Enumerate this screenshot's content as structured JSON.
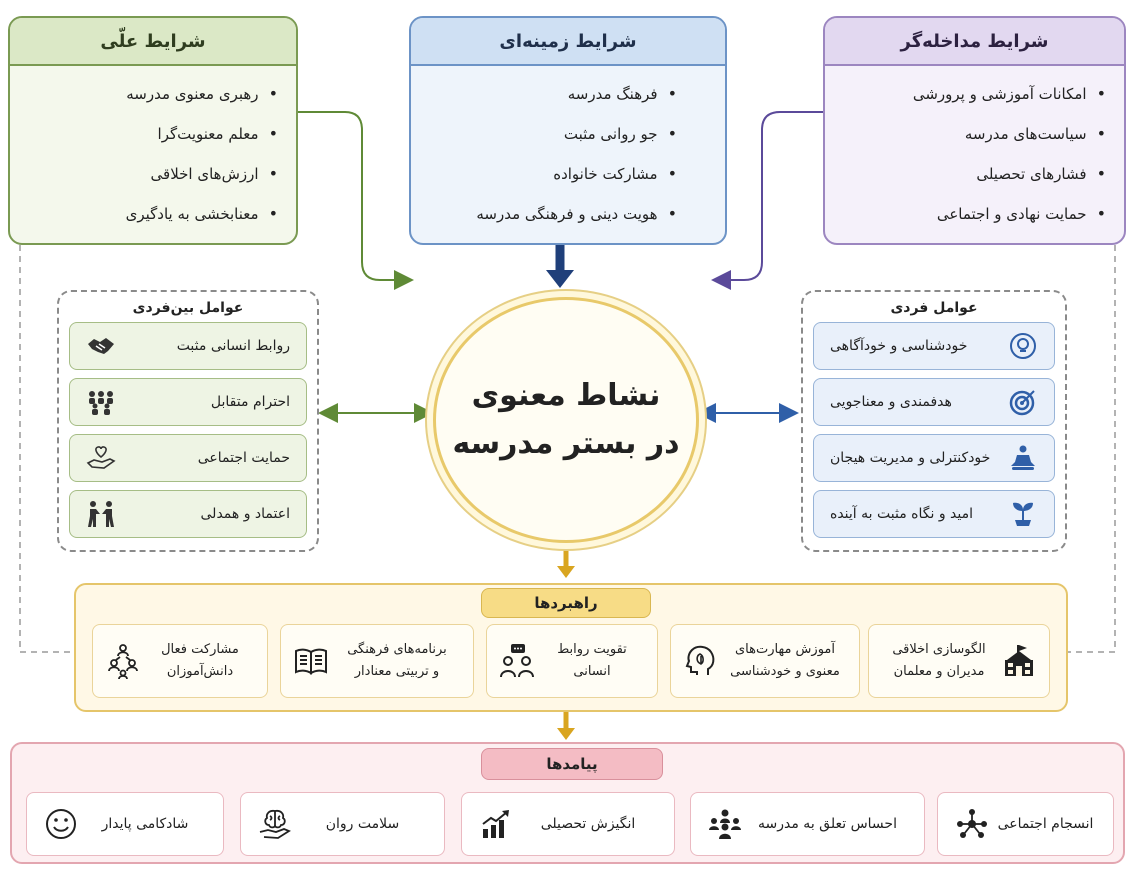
{
  "causal": {
    "title": "شرایط علّی",
    "items": [
      "رهبری معنوی مدرسه",
      "معلم معنویت‌گرا",
      "ارزش‌های اخلاقی",
      "معنابخشی به یادگیری"
    ]
  },
  "contextual": {
    "title": "شرایط زمینه‌ای",
    "items": [
      "فرهنگ مدرسه",
      "جو روانی مثبت",
      "مشارکت خانواده",
      "هویت دینی و فرهنگی مدرسه"
    ]
  },
  "intervening": {
    "title": "شرایط مداخله‌گر",
    "items": [
      "امکانات آموزشی و پرورشی",
      "سیاست‌های مدرسه",
      "فشارهای تحصیلی",
      "حمایت نهادی و اجتماعی"
    ]
  },
  "interpersonal": {
    "title": "عوامل بین‌فردی",
    "items": [
      {
        "label": "روابط انسانی مثبت",
        "icon": "handshake-icon"
      },
      {
        "label": "احترام متقابل",
        "icon": "group-icon"
      },
      {
        "label": "حمایت اجتماعی",
        "icon": "heart-hand-icon"
      },
      {
        "label": "اعتماد و همدلی",
        "icon": "people-handshake-icon"
      }
    ]
  },
  "individual": {
    "title": "عوامل فردی",
    "items": [
      {
        "label": "خودشناسی و خودآگاهی",
        "icon": "head-mind-icon"
      },
      {
        "label": "هدفمندی و معناجویی",
        "icon": "target-icon"
      },
      {
        "label": "خودکنترلی و مدیریت هیجان",
        "icon": "meditation-icon"
      },
      {
        "label": "امید و نگاه مثبت به آینده",
        "icon": "sprout-icon"
      }
    ]
  },
  "center": {
    "line1": "نشاط معنوی",
    "line2": "در بستر مدرسه"
  },
  "strategies": {
    "title": "راهبردها",
    "items": [
      {
        "line1": "الگوسازی اخلاقی",
        "line2": "مدیران و معلمان",
        "icon": "school-icon"
      },
      {
        "line1": "آموزش مهارت‌های",
        "line2": "معنوی و خودشناسی",
        "icon": "head-leaf-icon"
      },
      {
        "line1": "تقویت روابط",
        "line2": "انسانی",
        "icon": "chat-people-icon"
      },
      {
        "line1": "برنامه‌های فرهنگی",
        "line2": "و تربیتی معنادار",
        "icon": "book-icon"
      },
      {
        "line1": "مشارکت فعال",
        "line2": "دانش‌آموزان",
        "icon": "network-people-icon"
      }
    ]
  },
  "outcomes": {
    "title": "پیامدها",
    "items": [
      {
        "label": "انسجام اجتماعی",
        "icon": "network-icon"
      },
      {
        "label": "احساس تعلق به مدرسه",
        "icon": "community-icon"
      },
      {
        "label": "انگیزش تحصیلی",
        "icon": "growth-chart-icon"
      },
      {
        "label": "سلامت روان",
        "icon": "brain-hand-icon"
      },
      {
        "label": "شادکامی پایدار",
        "icon": "smiley-icon"
      }
    ]
  },
  "colors": {
    "green": "#5f8a36",
    "blue": "#2f5fa8",
    "purple": "#5b4a9a",
    "gold": "#d9a520",
    "navy": "#1f3f7a"
  }
}
